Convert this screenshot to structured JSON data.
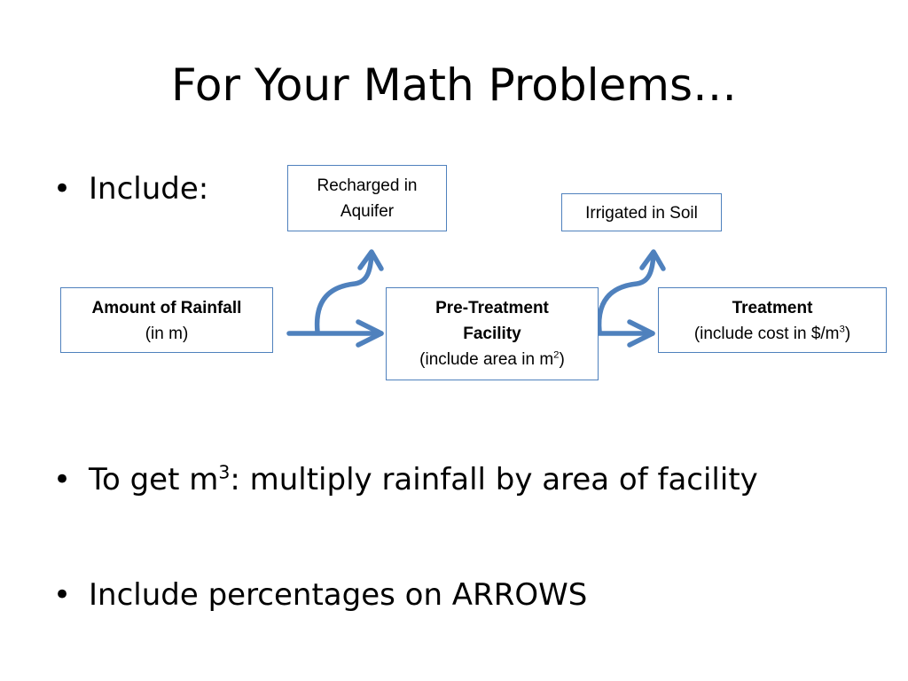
{
  "slide": {
    "title": "For Your Math Problems…",
    "bullet_glyph": "•",
    "bullets": {
      "include": "Include:",
      "get_m3_prefix": "To get m",
      "get_m3_sup": "3",
      "get_m3_suffix": ": multiply rainfall by area of facility",
      "percentages": "Include percentages on ARROWS"
    }
  },
  "diagram": {
    "rainfall": {
      "title": "Amount of Rainfall",
      "detail": "(in m)"
    },
    "pretreatment": {
      "title_line1": "Pre-Treatment",
      "title_line2": "Facility",
      "detail_prefix": "(include area in m",
      "detail_sup": "2",
      "detail_suffix": ")"
    },
    "treatment": {
      "title": "Treatment",
      "detail_prefix": "(include cost in $/m",
      "detail_sup": "3",
      "detail_suffix": ")"
    },
    "recharged": {
      "line1": "Recharged in",
      "line2": "Aquifer"
    },
    "irrigated": {
      "label": "Irrigated in Soil"
    },
    "colors": {
      "arrow": "#4f81bd",
      "box_border": "#4f81bd"
    }
  }
}
